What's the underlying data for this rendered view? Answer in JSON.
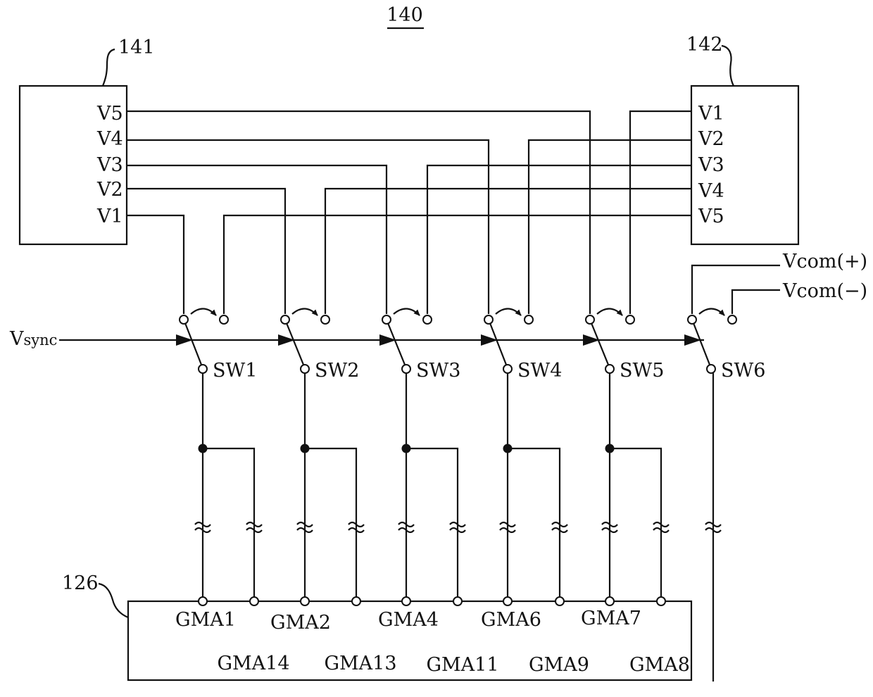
{
  "figure_label": "140",
  "left_block": {
    "ref": "141",
    "pins": [
      "V5",
      "V4",
      "V3",
      "V2",
      "V1"
    ]
  },
  "right_block": {
    "ref": "142",
    "pins": [
      "V1",
      "V2",
      "V3",
      "V4",
      "V5"
    ]
  },
  "vsync_label": "Vsync",
  "vsync_main": "V",
  "vsync_sub": "sync",
  "vcom_plus": "Vcom(+)",
  "vcom_minus": "Vcom(−)",
  "switches": [
    "SW1",
    "SW2",
    "SW3",
    "SW4",
    "SW5",
    "SW6"
  ],
  "gamma_block": {
    "ref": "126",
    "top_labels": [
      "GMA1",
      "GMA2",
      "GMA4",
      "GMA6",
      "GMA7"
    ],
    "bottom_labels": [
      "GMA14",
      "GMA13",
      "GMA11",
      "GMA9",
      "GMA8"
    ]
  }
}
